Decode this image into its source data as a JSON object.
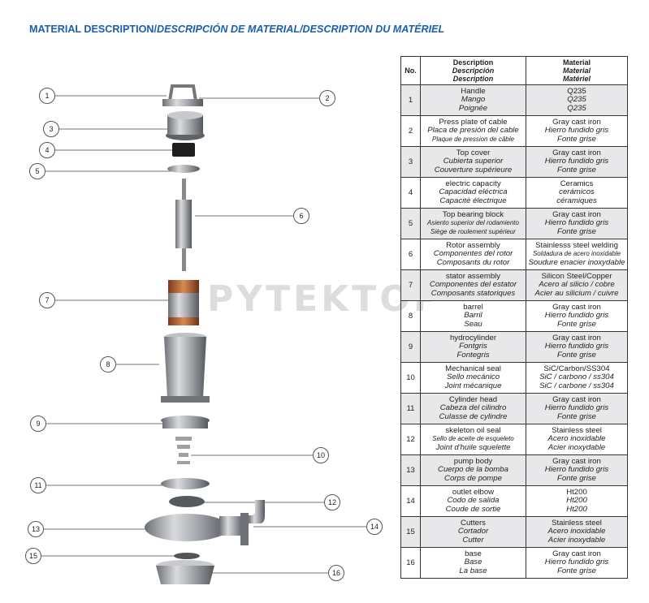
{
  "title": {
    "main": "MATERIAL DESCRIPTION/",
    "rest": "DESCRIPCIÓN DE MATERIAL/DESCRIPTION DU MATÉRIEL"
  },
  "watermark": "PYTEKTOP",
  "callouts": [
    "1",
    "2",
    "3",
    "4",
    "5",
    "6",
    "7",
    "8",
    "9",
    "10",
    "11",
    "12",
    "13",
    "14",
    "15",
    "16"
  ],
  "table": {
    "header": {
      "no": "No.",
      "desc": [
        "Description",
        "Descripción",
        "Description"
      ],
      "material": [
        "Material",
        "Material",
        "Matériel"
      ]
    },
    "rows": [
      {
        "no": "1",
        "desc": [
          "Handle",
          "Mango",
          "Poignée"
        ],
        "material": [
          "Q235",
          "Q235",
          "Q235"
        ]
      },
      {
        "no": "2",
        "desc": [
          "Press plate of cable",
          "Placa de presión del cable",
          "Plaque de pression de câble"
        ],
        "material": [
          "Gray cast iron",
          "Hierro fundido gris",
          "Fonte grise"
        ]
      },
      {
        "no": "3",
        "desc": [
          "Top cover",
          "Cubierta superior",
          "Couverture supérieure"
        ],
        "material": [
          "Gray cast iron",
          "Hierro fundido gris",
          "Fonte grise"
        ]
      },
      {
        "no": "4",
        "desc": [
          "electric capacity",
          "Capacidad eléctrica",
          "Capacité électrique"
        ],
        "material": [
          "Ceramics",
          "cerámicos",
          "céramiques"
        ]
      },
      {
        "no": "5",
        "desc": [
          "Top bearing block",
          "Asiento superior del rodamiento",
          "Siège de roulement supérieur"
        ],
        "material": [
          "Gray cast iron",
          "Hierro fundido gris",
          "Fonte grise"
        ]
      },
      {
        "no": "6",
        "desc": [
          "Rotor assembly",
          "Componentes del rotor",
          "Composants du rotor"
        ],
        "material": [
          "Stainlesss steel welding",
          "Soldadura de acero inoxidable",
          "Soudure enacier inoxydable"
        ]
      },
      {
        "no": "7",
        "desc": [
          "stator assembly",
          "Componentes del estator",
          "Composants statoriques"
        ],
        "material": [
          "Silicon Steel/Copper",
          "Acero al silicio / cobre",
          "Acier au silicium / cuivre"
        ]
      },
      {
        "no": "8",
        "desc": [
          "barrel",
          "Barril",
          "Seau"
        ],
        "material": [
          "Gray cast iron",
          "Hierro fundido gris",
          "Fonte grise"
        ]
      },
      {
        "no": "9",
        "desc": [
          "hydrocylinder",
          "Fontgris",
          "Fontegris"
        ],
        "material": [
          "Gray cast iron",
          "Hierro fundido gris",
          "Fonte grise"
        ]
      },
      {
        "no": "10",
        "desc": [
          "Mechanical seal",
          "Sello mecánico",
          "Joint mécanique"
        ],
        "material": [
          "SiC/Carbon/SS304",
          "SiC / carbono / ss304",
          "SiC / carbone / ss304"
        ]
      },
      {
        "no": "11",
        "desc": [
          "Cylinder head",
          "Cabeza del cilindro",
          "Culasse de cylindre"
        ],
        "material": [
          "Gray cast iron",
          "Hierro fundido gris",
          "Fonte grise"
        ]
      },
      {
        "no": "12",
        "desc": [
          "skeleton oil seal",
          "Sello de aceite de esqueleto",
          "Joint d'huile squelette"
        ],
        "material": [
          "Stainless steel",
          "Acero inoxidable",
          "Acier inoxydable"
        ]
      },
      {
        "no": "13",
        "desc": [
          "pump body",
          "Cuerpo de la bomba",
          "Corps de pompe"
        ],
        "material": [
          "Gray cast iron",
          "Hierro fundido gris",
          "Fonte grise"
        ]
      },
      {
        "no": "14",
        "desc": [
          "outlet elbow",
          "Codo de salida",
          "Coude de sortie"
        ],
        "material": [
          "Ht200",
          "Ht200",
          "Ht200"
        ]
      },
      {
        "no": "15",
        "desc": [
          "Cutters",
          "Cortador",
          "Cutter"
        ],
        "material": [
          "Stainless steel",
          "Acero inoxidable",
          "Acier inoxydable"
        ]
      },
      {
        "no": "16",
        "desc": [
          "base",
          "Base",
          "La base"
        ],
        "material": [
          "Gray cast iron",
          "Hierro fundido gris",
          "Fonte grise"
        ]
      }
    ]
  }
}
